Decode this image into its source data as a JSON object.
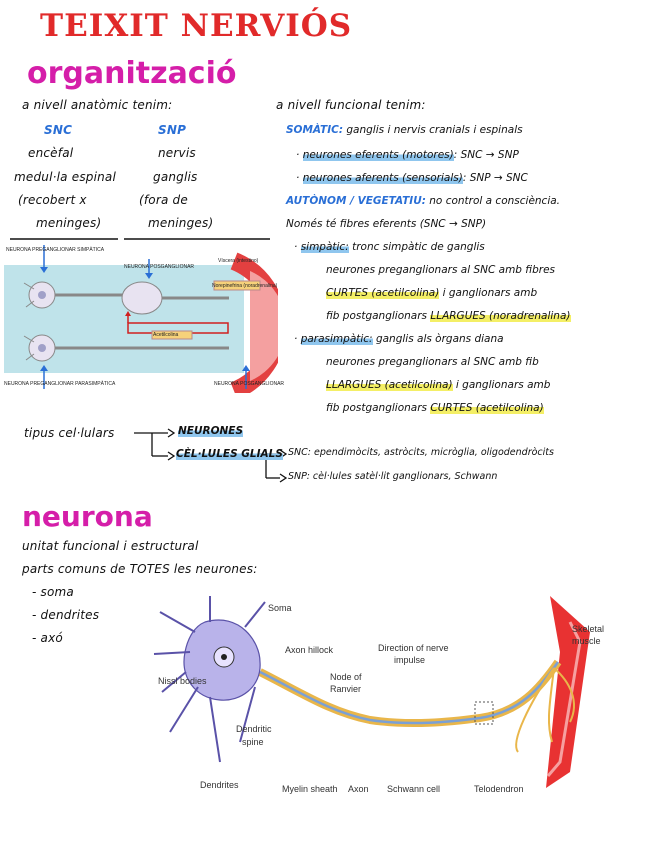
{
  "title": "TEIXIT NERVIÓS",
  "section_org": "organització",
  "left_col": {
    "heading": "a nivell anatòmic tenim:",
    "snc": "SNC",
    "snp": "SNP",
    "snc_items": [
      "encèfal",
      "medul·la espinal",
      "(recobert x",
      "meninges)"
    ],
    "snp_items": [
      "nervis",
      "ganglis",
      "(fora de",
      "meninges)"
    ]
  },
  "right_col": {
    "heading": "a nivell funcional tenim:",
    "somatic_label": "SOMÀTIC:",
    "somatic_text": "ganglis i nervis cranials i espinals",
    "eferents_hl": "neurones eferents (motores)",
    "eferents_rest": ": SNC → SNP",
    "aferents_hl": "neurones aferents (sensorials)",
    "aferents_rest": ": SNP → SNC",
    "auto_label": "AUTÒNOM / VEGETATIU:",
    "auto_text": "no control a consciència.",
    "auto_line2": "Només té fibres eferents (SNC → SNP)",
    "simp_label": "simpàtic:",
    "simp_1": "tronc simpàtic de ganglis",
    "simp_2": "neurones preganglionars al SNC amb fibres",
    "simp_3_hl": "CURTES (acetilcolina)",
    "simp_3_rest": "i ganglionars amb",
    "simp_4": "fib postganglionars",
    "simp_4_hl": "LLARGUES (noradrenalina)",
    "para_label": "parasimpàtic:",
    "para_1": "ganglis als òrgans diana",
    "para_2": "neurones preganglionars al SNC amb fib",
    "para_3_hl": "LLARGUES (acetilcolina)",
    "para_3_rest": "i ganglionars amb",
    "para_4": "fib postganglionars",
    "para_4_hl": "CURTES (acetilcolina)"
  },
  "autonomic_figure": {
    "labels": [
      "NEURONA PREGANGLIONAR SIMPÀTICA",
      "NEURONA POSGANGLIONAR",
      "Víscera (intestino)",
      "Norepinefrina (noradrenalina)",
      "Acetilcolina",
      "NEURONA PREGANGLIONAR PARASIMPÀTICA",
      "NEURONA POSGANGLIONAR"
    ]
  },
  "cell_types": {
    "label": "tipus cel·lulars",
    "neurones": "NEURONES",
    "glia": "CÈL·LULES GLIALS",
    "snc_glia": "SNC: ependimòcits, astròcits, micròglia, oligodendròcits",
    "snp_glia": "SNP: cèl·lules satèl·lit ganglionars, Schwann"
  },
  "section_neuron": "neurona",
  "neuron": {
    "line1": "unitat funcional i estructural",
    "line2": "parts comuns de TOTES les neurones:",
    "parts": [
      "- soma",
      "- dendrites",
      "- axó"
    ]
  },
  "neuron_figure": {
    "soma": "Soma",
    "axon_hillock": "Axon hillock",
    "nissl": "Nissl bodies",
    "node_ranvier_1": "Node of",
    "node_ranvier_2": "Ranvier",
    "direction_1": "Direction of nerve",
    "direction_2": "impulse",
    "skeletal_1": "Skeletal",
    "skeletal_2": "muscle",
    "dendritic_1": "Dendritic",
    "dendritic_2": "spine",
    "dendrites": "Dendrites",
    "myelin": "Myelin sheath",
    "axon": "Axon",
    "schwann": "Schwann cell",
    "telodendron": "Telodendron"
  }
}
